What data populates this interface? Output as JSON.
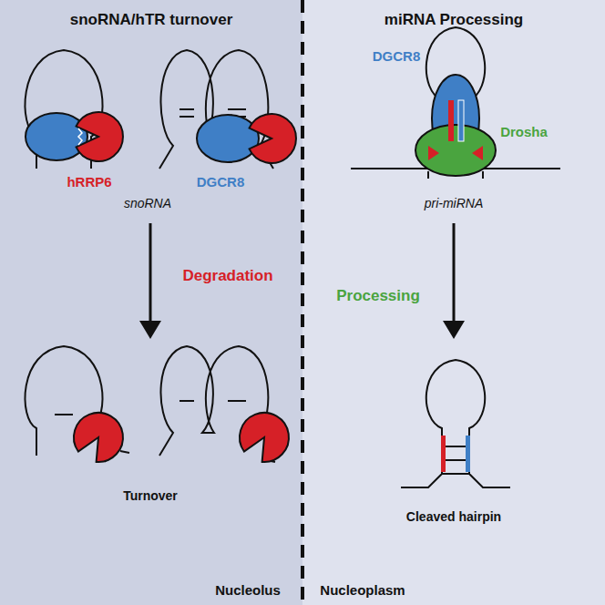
{
  "diagram": {
    "labels": [
      "snoRNA/hTR turnover",
      "miRNA Processing",
      "hRRP6",
      "DGCR8",
      "snoRNA",
      "DGCR8",
      "Drosha",
      "pri-miRNA",
      "Degradation",
      "Processing",
      "Turnover",
      "Cleaved hairpin",
      "Nucleolus",
      "Nucleoplasm"
    ]
  }
}
